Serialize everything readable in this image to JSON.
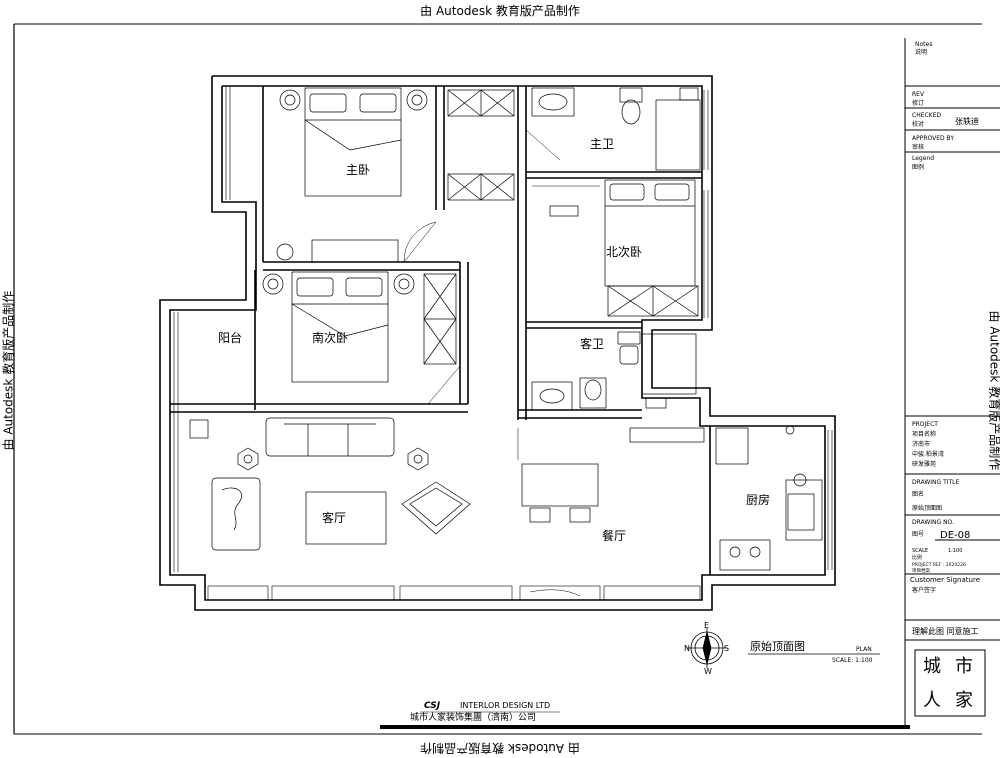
{
  "watermark": "由 Autodesk 教育版产品制作",
  "rooms": {
    "master_bedroom": "主卧",
    "master_bath": "主卫",
    "north_bedroom": "北次卧",
    "south_bedroom": "南次卧",
    "balcony": "阳台",
    "guest_bath": "客卫",
    "living_room": "客厅",
    "dining_room": "餐厅",
    "kitchen": "厨房"
  },
  "compass": {
    "n": "N",
    "s": "S",
    "e": "E",
    "w": "W"
  },
  "plan": {
    "title": "原始顶面图",
    "plan_label": "PLAN",
    "scale": "SCALE: 1:100"
  },
  "company": {
    "logo": "CSJ",
    "name_en": "INTERLOR DESIGN LTD",
    "name_cn": "城市人家装饰集團（濟南）公司"
  },
  "title_block": {
    "notes_en": "Notes",
    "notes_cn": "说明",
    "rev_en": "REV",
    "rev_cn": "修订",
    "checked_en": "CHECKED",
    "checked_cn": "校对",
    "checked_name": "张轶迪",
    "approved_en": "APPROVED BY",
    "approved_cn": "审核",
    "legend_en": "Legend",
    "legend_cn": "图例",
    "project_en": "PROJECT",
    "project_lines": [
      "项目名称",
      "济南市",
      "中骏.柏景湾",
      "研发雅苑"
    ],
    "drawing_title_en": "DRAWING TITLE",
    "drawing_title_cn": "图名",
    "drawing_title_val": "原始顶面图",
    "drawing_no_en": "DRAWING NO.",
    "drawing_no_cn": "图号",
    "drawing_no": "DE-08",
    "scale_label": "SCALE",
    "scale_cn": "比例",
    "scale_val": "1:100",
    "project_ref": "PROJECT REF : 2020226",
    "project_ref_cn": "项目档案",
    "customer_signature": "Customer Signature",
    "customer_cn": "客户签字",
    "confirm_text": "理解此图 同意施工",
    "seal_chars": [
      "城",
      "市",
      "人",
      "家"
    ]
  }
}
